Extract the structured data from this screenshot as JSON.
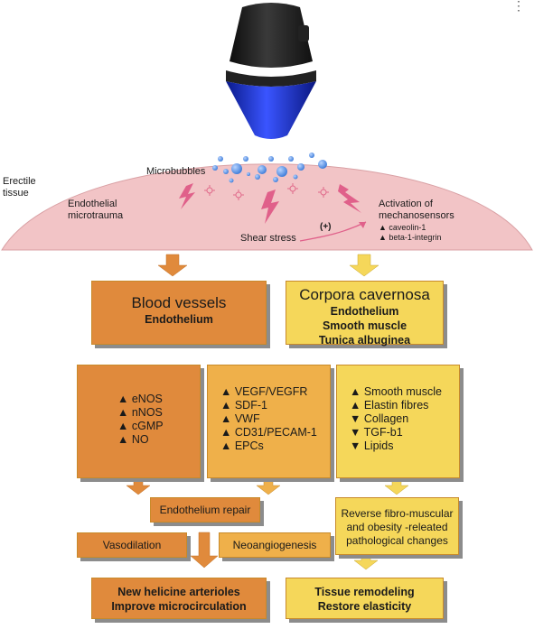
{
  "diagram": {
    "tissue_label": "Erectile tissue",
    "microbubbles": "Microbubbles",
    "endothelial_microtrauma": "Endothelial microtrauma",
    "shear_stress": "Shear stress",
    "plus": "(+)",
    "activation": "Activation of mechanosensors",
    "activation_items": [
      "▲ caveolin-1",
      "▲ beta-1-integrin"
    ],
    "blood_vessels": {
      "title": "Blood vessels",
      "sub": "Endothelium"
    },
    "corpora": {
      "title": "Corpora cavernosa",
      "lines": [
        "Endothelium",
        "Smooth muscle",
        "Tunica albuginea"
      ]
    },
    "list1": [
      "▲ eNOS",
      "▲ nNOS",
      "▲ cGMP",
      "▲ NO"
    ],
    "list2": [
      "▲ VEGF/VEGFR",
      "▲ SDF-1",
      "▲ VWF",
      "▲ CD31/PECAM-1",
      "▲ EPCs"
    ],
    "list3": [
      "▲ Smooth muscle",
      "▲ Elastin fibres",
      "▼ Collagen",
      "▼ TGF-b1",
      "▼ Lipids"
    ],
    "endothelium_repair": "Endothelium repair",
    "vasodilation": "Vasodilation",
    "neoangiogenesis": "Neoangiogenesis",
    "reverse": [
      "Reverse fibro-muscular",
      "and obesity -releated",
      "pathological changes"
    ],
    "outcome1": [
      "New helicine arterioles",
      "Improve microcirculation"
    ],
    "outcome2": [
      "Tissue remodeling",
      "Restore elasticity"
    ]
  },
  "colors": {
    "orange": "#e08a3c",
    "amber": "#efb04a",
    "yellow": "#f5d75a",
    "tissue": "#f2c4c6"
  }
}
